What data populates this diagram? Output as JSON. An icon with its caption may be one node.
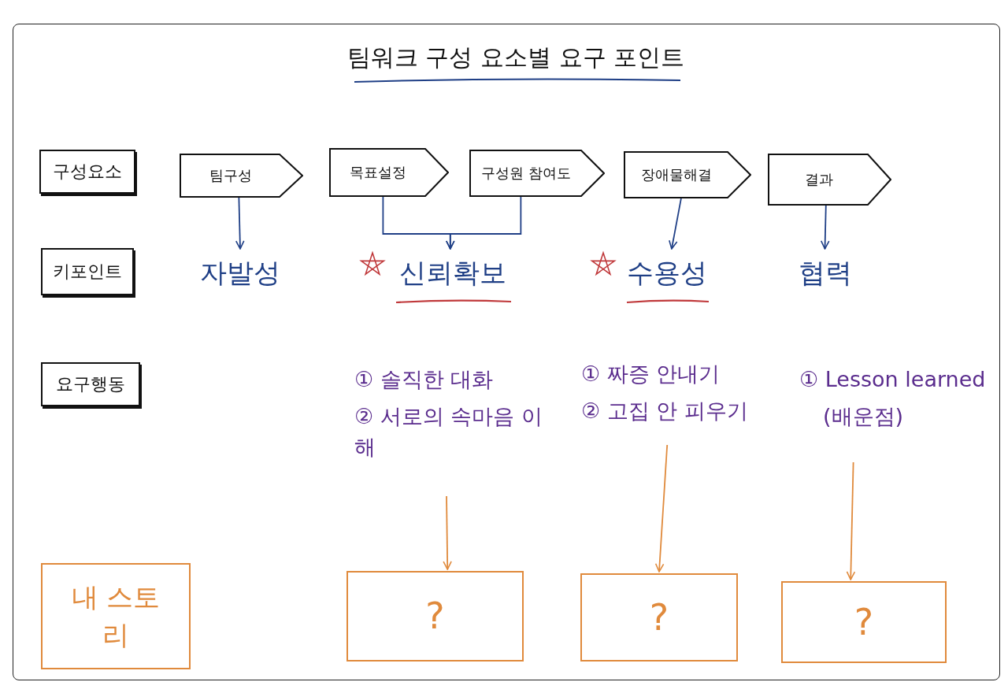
{
  "diagram": {
    "title": "팀워크 구성 요소별 요구 포인트",
    "nodes": [
      {
        "text": [
          "구성요소"
        ]
      },
      {
        "text": [
          "팀구성"
        ]
      },
      {
        "text": [
          "목표설정"
        ]
      },
      {
        "text": [
          "구성원 참여도"
        ]
      },
      {
        "text": [
          "장애물해결"
        ]
      },
      {
        "text": [
          "결과"
        ]
      },
      {
        "text": [
          "키포인트"
        ]
      },
      {
        "text": [
          "자발성"
        ]
      },
      {
        "text": [
          "신뢰확보"
        ]
      },
      {
        "text": [
          "수용성"
        ]
      },
      {
        "text": [
          "협력"
        ]
      },
      {
        "text": [
          "요구행동"
        ]
      },
      {
        "text": [
          "① 솔직한 대화",
          "② 서로의 속마음 이해"
        ]
      },
      {
        "text": [
          "① 짜증 안내기",
          "② 고집 안 피우기"
        ]
      },
      {
        "text": [
          "① Lesson learned",
          "(배운점)"
        ]
      },
      {
        "text": [
          "내 스토리"
        ]
      },
      {
        "text": [
          "?"
        ]
      },
      {
        "text": [
          "?"
        ]
      },
      {
        "text": [
          "?"
        ]
      }
    ],
    "edges": [
      {
        "from": 1,
        "to": 7,
        "arrow": "to"
      },
      {
        "from": 2,
        "to": 8,
        "arrow": "to"
      },
      {
        "from": 3,
        "to": 8,
        "arrow": "to"
      },
      {
        "from": 4,
        "to": 9,
        "arrow": "to"
      },
      {
        "from": 5,
        "to": 10,
        "arrow": "to"
      },
      {
        "from": 12,
        "to": 16,
        "arrow": "to",
        "color": "#e08a3c"
      },
      {
        "from": 13,
        "to": 17,
        "arrow": "to",
        "color": "#e08a3c"
      },
      {
        "from": 14,
        "to": 18,
        "arrow": "to",
        "color": "#e08a3c"
      }
    ]
  }
}
